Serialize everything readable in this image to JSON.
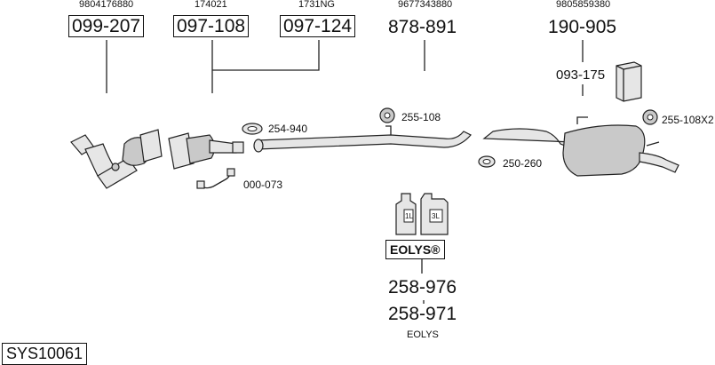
{
  "diagram": {
    "system_id": "SYS10061",
    "top_refs": [
      {
        "ref": "9804176880",
        "part": "099-207"
      },
      {
        "ref": "174021",
        "part": "097-108"
      },
      {
        "ref": "1731NG",
        "part": "097-124"
      },
      {
        "ref": "9677343880",
        "part": "878-891"
      },
      {
        "ref": "9805859380",
        "part": "190-905"
      }
    ],
    "side_labels": {
      "clamp_254": "254-940",
      "hanger_255": "255-108",
      "hanger_250": "250-260",
      "pipe_000": "000-073",
      "hanger_255x2": "255-108X2",
      "kit_093": "093-175"
    },
    "eolys": {
      "bottle_1": "1L",
      "bottle_2": "3L",
      "badge": "EOLYS®",
      "part_1": "258-976",
      "part_2": "258-971",
      "caption": "EOLYS"
    }
  }
}
